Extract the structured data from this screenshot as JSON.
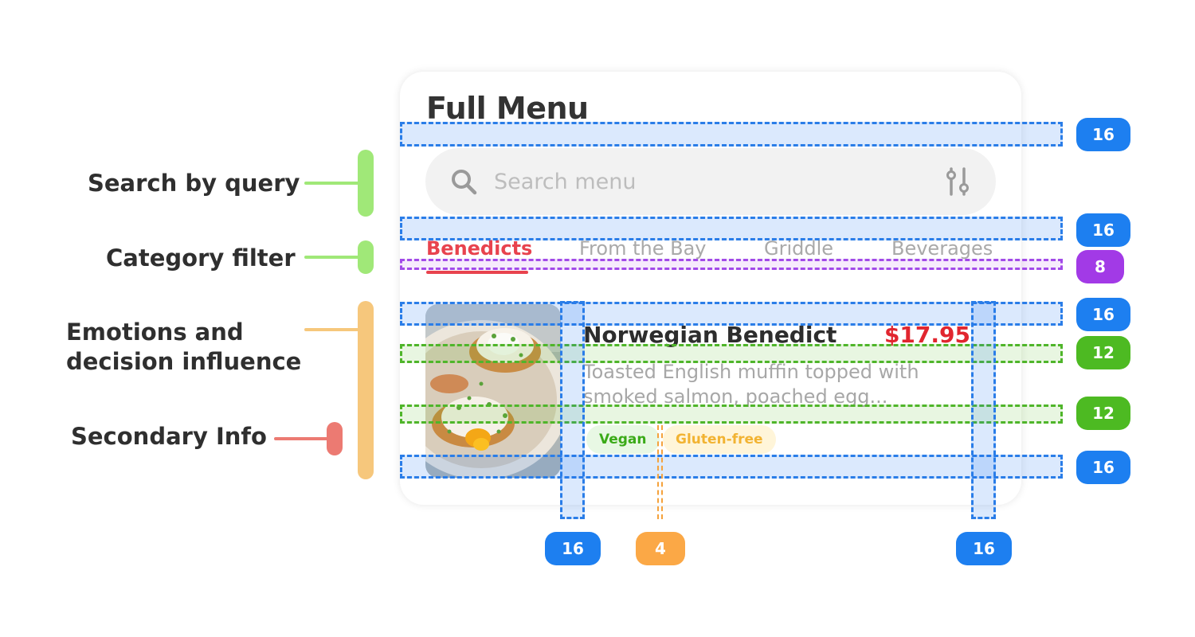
{
  "annotations": {
    "search": {
      "label": "Search by query",
      "color": "#a0e878"
    },
    "category": {
      "label": "Category filter",
      "color": "#a0e878"
    },
    "emotions": {
      "label_line1": "Emotions and",
      "label_line2": "decision influence",
      "color": "#f6c77c"
    },
    "secondary": {
      "label": "Secondary Info",
      "color": "#ec7a72"
    }
  },
  "card": {
    "title": "Full Menu",
    "search": {
      "placeholder": "Search menu",
      "icon": "search-icon",
      "filter_icon": "filter-sliders-icon"
    },
    "tabs": [
      {
        "label": "Benedicts",
        "active": true
      },
      {
        "label": "From the Bay",
        "active": false
      },
      {
        "label": "Griddle",
        "active": false
      },
      {
        "label": "Beverages",
        "active": false
      }
    ],
    "item": {
      "title": "Norwegian Benedict",
      "price": "$17.95",
      "description": "Toasted English muffin topped with smoked salmon, poached egg...",
      "tags": [
        {
          "label": "Vegan"
        },
        {
          "label": "Gluten-free"
        }
      ]
    }
  },
  "spacing_badges": {
    "title_gap": "16",
    "search_gap": "16",
    "tab_gap": "8",
    "list_top": "16",
    "title_desc_gap": "12",
    "desc_tags_gap": "12",
    "list_bottom": "16",
    "image_gap": "16",
    "tag_gap": "4",
    "right_padding": "16"
  },
  "colors": {
    "accent": "#e8434e",
    "price": "#e1262f",
    "measure_blue": "#1d7ff0",
    "measure_green": "#4dba22",
    "measure_purple": "#a23ae6",
    "measure_orange": "#fba846"
  }
}
